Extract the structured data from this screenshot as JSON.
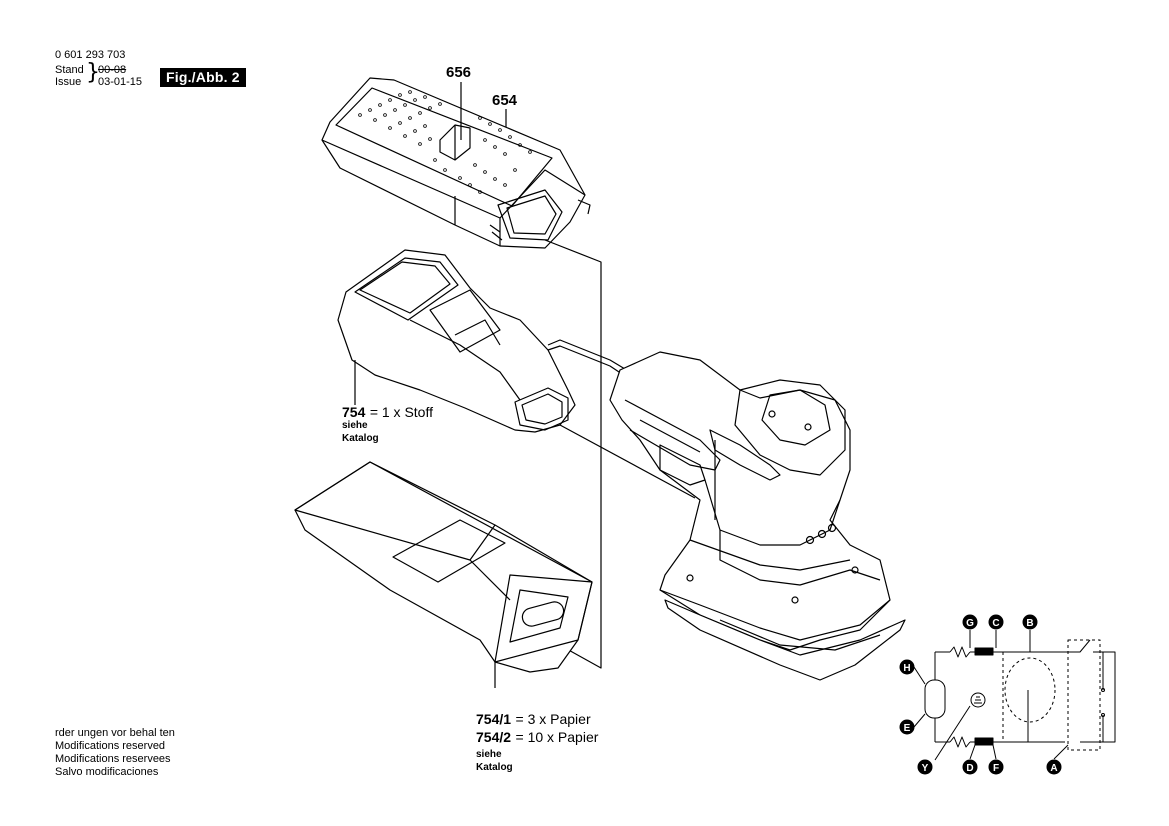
{
  "header": {
    "part_number": "0 601 293 703",
    "stand_label": "Stand",
    "issue_label": "Issue",
    "old_date": "00-08",
    "new_date": "03-01-15",
    "figure_badge": "Fig./Abb. 2"
  },
  "parts": {
    "p656": "656",
    "p654": "654",
    "p754": "754",
    "p754_text": "= 1 x Stoff",
    "p754_siehe": "siehe",
    "p754_katalog": "Katalog",
    "p7541": "754/1",
    "p7541_text": "=   3 x Papier",
    "p7542": "754/2",
    "p7542_text": "= 10 x Papier",
    "p7542_siehe": "siehe",
    "p7542_katalog": "Katalog"
  },
  "footer_notes": [
    "rder ungen  vor behal ten",
    "Modifications reserved",
    "Modifications reservees",
    "Salvo modificaciones"
  ],
  "circuit_markers": [
    "G",
    "C",
    "B",
    "H",
    "E",
    "Y",
    "D",
    "F",
    "A"
  ]
}
